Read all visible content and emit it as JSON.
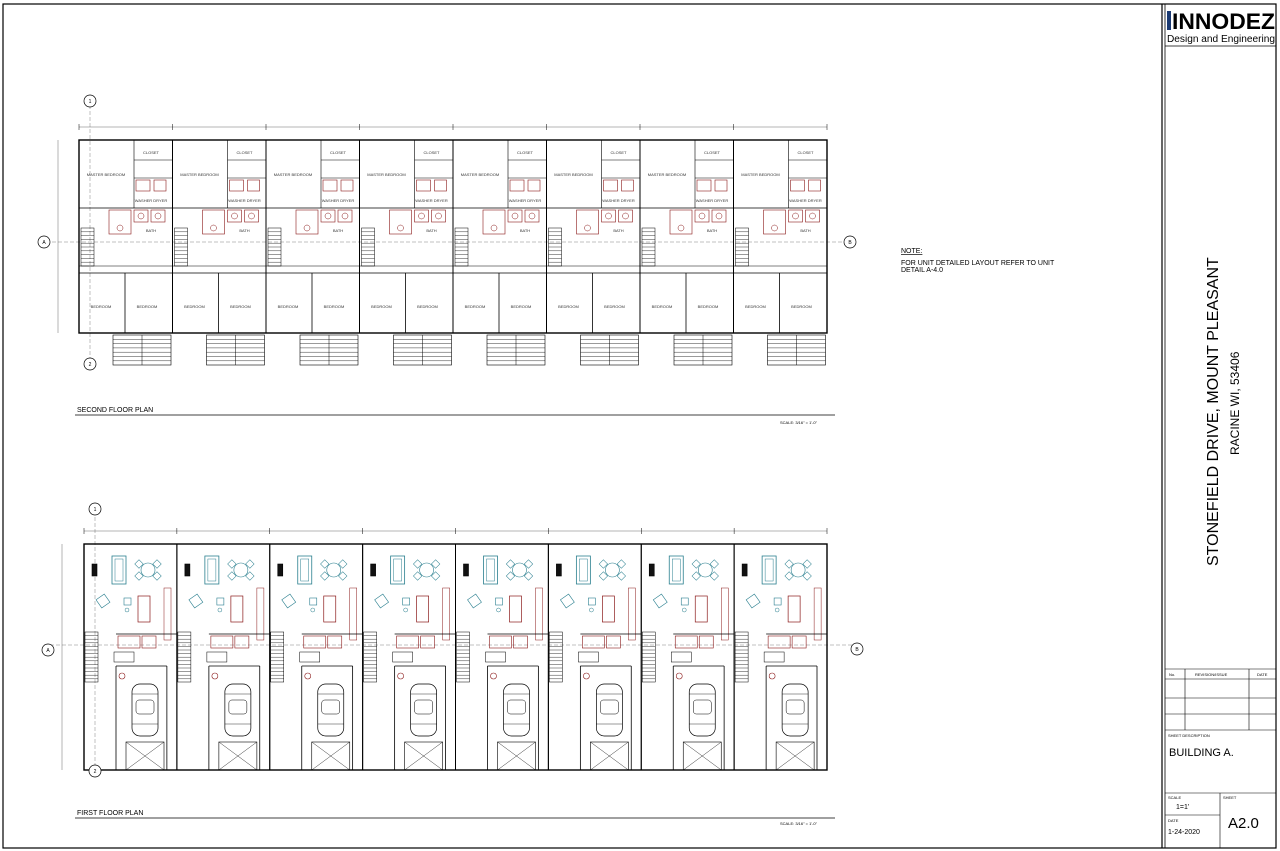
{
  "title_block": {
    "company_name": "INNODEZ",
    "company_tagline": "Design and Engineering",
    "project_line_1": "STONEFIELD DRIVE, MOUNT PLEASANT",
    "project_line_2": "RACINE WI, 53406",
    "revision_header_no": "No.",
    "revision_header_desc": "REVISION/ISSUE",
    "revision_header_date": "DATE",
    "sheet_description_label": "SHEET DESCRIPTION",
    "sheet_description": "BUILDING A.",
    "scale_label": "SCALE",
    "scale_value": "1=1'",
    "date_label": "DATE",
    "date_value": "1-24-2020",
    "sheet_label": "SHEET",
    "sheet_number": "A2.0"
  },
  "drawing": {
    "note_title": "NOTE:",
    "note_line_1": "FOR UNIT DETAILED LAYOUT REFER TO UNIT",
    "note_line_2": "DETAIL A-4.0",
    "second_floor_title": "SECOND FLOOR PLAN",
    "first_floor_title": "FIRST FLOOR PLAN",
    "scale_note": "SCALE: 3/16\" = 1'-0\"",
    "unit_count": 8,
    "room_labels": {
      "master": "MASTER BEDROOM",
      "closet": "CLOSET",
      "bath": "BATH",
      "bedroom": "BEDROOM",
      "washer": "WASHER DRYER"
    },
    "grid_bubbles": {
      "g1": "1",
      "g2": "2",
      "gA": "A",
      "gB": "B",
      "g3": "1",
      "g4": "2",
      "gC": "A",
      "gD": "B"
    }
  }
}
